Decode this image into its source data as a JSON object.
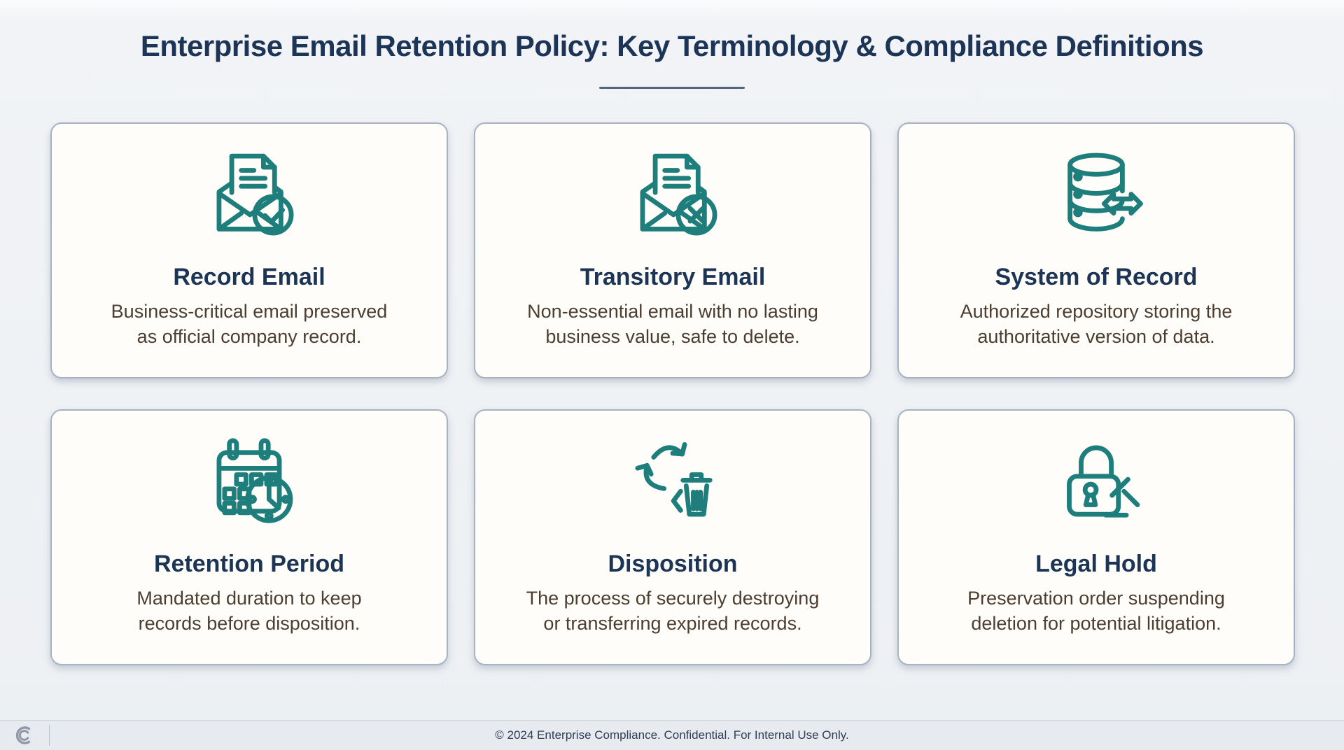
{
  "title": "Enterprise Email Retention Policy: Key Terminology & Compliance Definitions",
  "cards": [
    {
      "icon": "mail-check-icon",
      "title": "Record Email",
      "lines": [
        "Business-critical email preserved",
        "as official company record."
      ]
    },
    {
      "icon": "mail-delete-icon",
      "title": "Transitory Email",
      "lines": [
        "Non-essential email with no lasting",
        "business value, safe to delete."
      ]
    },
    {
      "icon": "database-sync-icon",
      "title": "System of Record",
      "lines": [
        "Authorized repository storing the",
        "authoritative version of data."
      ]
    },
    {
      "icon": "calendar-clock-icon",
      "title": "Retention Period",
      "lines": [
        "Mandated duration to keep",
        "records before disposition."
      ]
    },
    {
      "icon": "recycle-bin-icon",
      "title": "Disposition",
      "lines": [
        "The process of securely destroying",
        "or transferring expired records."
      ]
    },
    {
      "icon": "lock-gavel-icon",
      "title": "Legal Hold",
      "lines": [
        "Preservation order suspending",
        "deletion for potential litigation."
      ]
    }
  ],
  "footer": {
    "text": "© 2024 Enterprise Compliance. Confidential. For Internal Use Only.",
    "logo": "double-c-logo"
  },
  "colors": {
    "accent_teal": "#1e7e7b",
    "heading_navy": "#1c3455",
    "body_text": "#4c3d31",
    "card_background": "#fffdf9",
    "card_border": "#a7b3c2",
    "page_background": "#edf0f3",
    "footer_background": "#e7eaef"
  }
}
